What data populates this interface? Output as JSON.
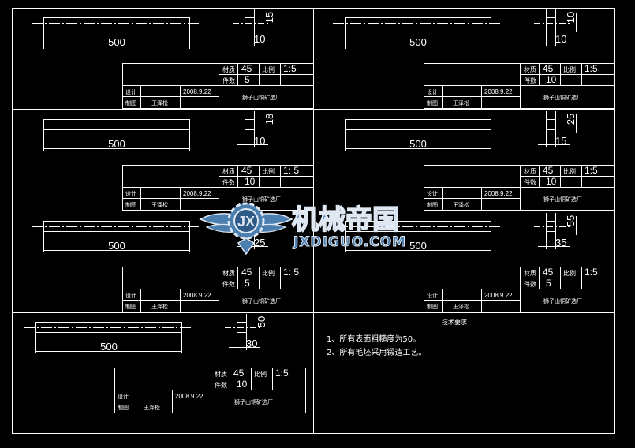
{
  "panels": [
    {
      "length": "500",
      "width": "10",
      "height": "15",
      "material_label": "材质",
      "material": "45",
      "scale_label": "比例",
      "scale": "1:5",
      "qty_label": "件数",
      "qty": "5",
      "design_label": "设计",
      "date": "2008.9.22",
      "drafter_label": "制图",
      "drafter": "王泽松",
      "company": "狮子山铜矿选厂"
    },
    {
      "length": "500",
      "width": "10",
      "height": "10",
      "material_label": "材质",
      "material": "45",
      "scale_label": "比例",
      "scale": "1:5",
      "qty_label": "件数",
      "qty": "10",
      "design_label": "设计",
      "date": "2008.9.22",
      "drafter_label": "制图",
      "drafter": "王泽松",
      "company": "狮子山铜矿选厂"
    },
    {
      "length": "500",
      "width": "10",
      "height": "18",
      "material_label": "材质",
      "material": "45",
      "scale_label": "比例",
      "scale": "1: 5",
      "qty_label": "件数",
      "qty": "10",
      "design_label": "设计",
      "date": "2008.9.22",
      "drafter_label": "制图",
      "drafter": "王泽松",
      "company": "狮子山铜矿选厂"
    },
    {
      "length": "500",
      "width": "15",
      "height": "25",
      "material_label": "材质",
      "material": "45",
      "scale_label": "比例",
      "scale": "1:5",
      "qty_label": "件数",
      "qty": "10",
      "design_label": "设计",
      "date": "2008.9.22",
      "drafter_label": "制图",
      "drafter": "王泽松",
      "company": "狮子山铜矿选厂"
    },
    {
      "length": "500",
      "width": "25",
      "height": "",
      "material_label": "材质",
      "material": "45",
      "scale_label": "比例",
      "scale": "1: 5",
      "qty_label": "件数",
      "qty": "5",
      "design_label": "设计",
      "date": "2008.9.22",
      "drafter_label": "制图",
      "drafter": "王泽松",
      "company": "狮子山铜矿选厂"
    },
    {
      "length": "500",
      "width": "35",
      "height": "55",
      "material_label": "材质",
      "material": "45",
      "scale_label": "比例",
      "scale": "1:5",
      "qty_label": "件数",
      "qty": "5",
      "design_label": "设计",
      "date": "2008.9.22",
      "drafter_label": "制图",
      "drafter": "王泽松",
      "company": "狮子山铜矿选厂"
    },
    {
      "length": "500",
      "width": "30",
      "height": "50",
      "material_label": "材质",
      "material": "45",
      "scale_label": "比例",
      "scale": "1:5",
      "qty_label": "件数",
      "qty": "10",
      "design_label": "设计",
      "date": "2008.9.22",
      "drafter_label": "制图",
      "drafter": "王泽松",
      "company": "狮子山铜矿选厂"
    }
  ],
  "notes": {
    "title": "技术要求",
    "items": [
      "1、所有表面粗糙度为50。",
      "2、所有毛坯采用锻造工艺。"
    ]
  },
  "watermark": {
    "brand": "机械帝国",
    "domain": "JXDIGUO.COM",
    "logo_letters": "JX"
  },
  "colors": {
    "background": "#000000",
    "lines": "#ffffff",
    "accent": "#f5f5f5",
    "watermark_blue": "#4a7fb0",
    "watermark_light": "#dfe8f2"
  }
}
